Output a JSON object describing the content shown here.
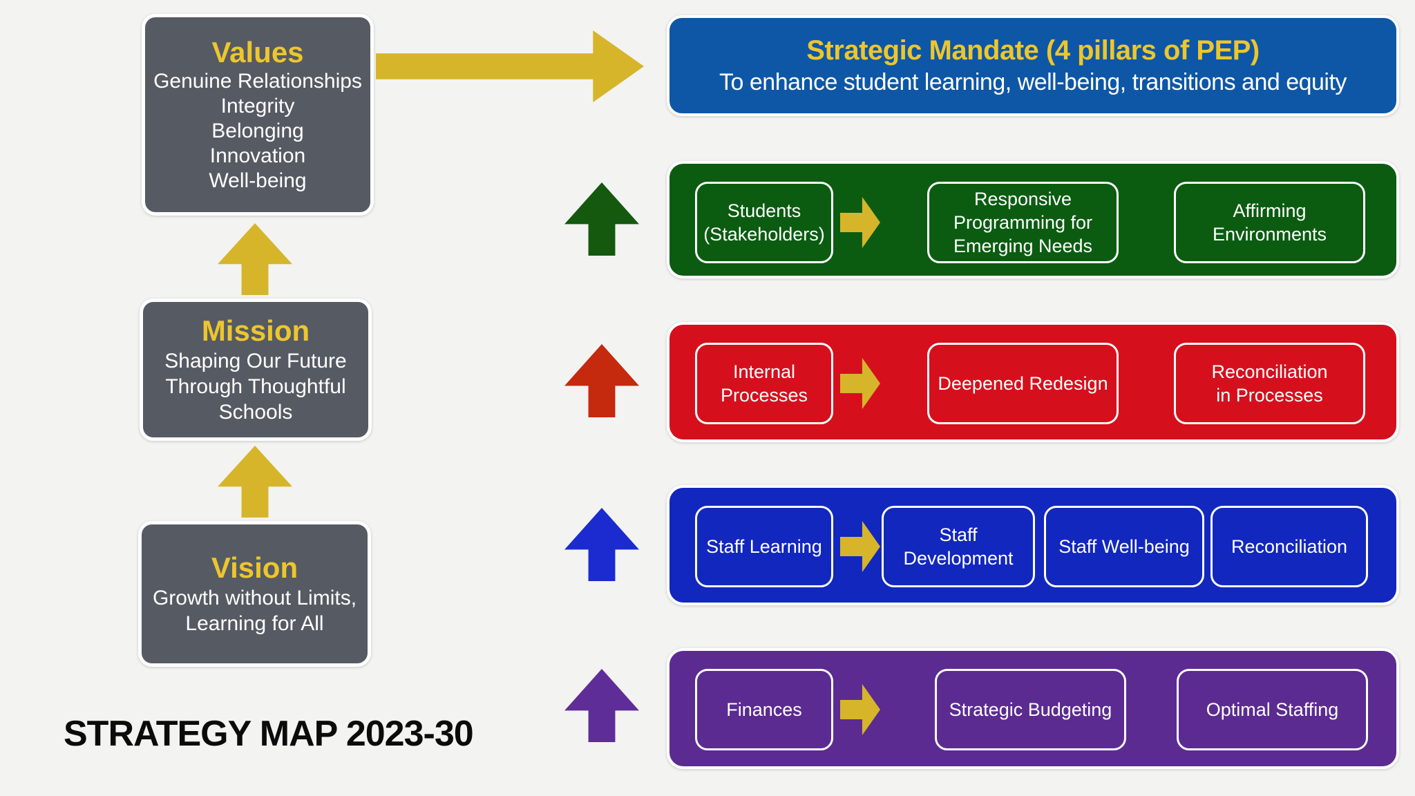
{
  "page_title": "STRATEGY MAP 2023-30",
  "colors": {
    "background": "#f3f3f2",
    "panel_gray": "#565b63",
    "heading_yellow": "#edc62d",
    "arrow_yellow": "#d6b52b",
    "mandate_blue": "#0e57a6",
    "green": "#0b5c11",
    "green_arrow": "#14590e",
    "red": "#d5101c",
    "red_arrow": "#c5290e",
    "blue": "#1227bd",
    "blue_arrow": "#1b2bd0",
    "purple": "#5b2b91",
    "purple_arrow": "#5f2d97",
    "text_white": "#ffffff",
    "title_black": "#0b0b0b"
  },
  "left_column": {
    "values": {
      "title": "Values",
      "items": [
        "Genuine Relationships",
        "Integrity",
        "Belonging",
        "Innovation",
        "Well-being"
      ]
    },
    "mission": {
      "title": "Mission",
      "text": "Shaping Our Future\nThrough Thoughtful\nSchools"
    },
    "vision": {
      "title": "Vision",
      "text": "Growth without Limits,\nLearning for All"
    }
  },
  "mandate": {
    "title": "Strategic Mandate (4 pillars of PEP)",
    "subtitle": "To enhance student learning, well-being, transitions and equity"
  },
  "rows": [
    {
      "theme": "students",
      "color": "#0b5c11",
      "arrow_color": "#14590e",
      "source": "Students\n(Stakeholders)",
      "outcomes": [
        "Responsive\nProgramming for\nEmerging Needs",
        "Affirming\nEnvironments"
      ]
    },
    {
      "theme": "internal-processes",
      "color": "#d5101c",
      "arrow_color": "#c5290e",
      "source": "Internal\nProcesses",
      "outcomes": [
        "Deepened Redesign",
        "Reconciliation\nin Processes"
      ]
    },
    {
      "theme": "staff-learning",
      "color": "#1227bd",
      "arrow_color": "#1b2bd0",
      "source": "Staff Learning",
      "outcomes": [
        "Staff\nDevelopment",
        "Staff Well-being",
        "Reconciliation"
      ]
    },
    {
      "theme": "finances",
      "color": "#5b2b91",
      "arrow_color": "#5f2d97",
      "source": "Finances",
      "outcomes": [
        "Strategic Budgeting",
        "Optimal Staffing"
      ]
    }
  ]
}
